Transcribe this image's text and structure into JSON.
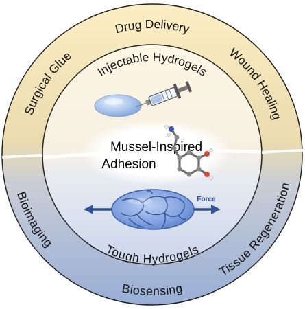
{
  "outer_ring": {
    "top_left": "Surgical Glue",
    "top": "Drug Delivery",
    "top_right": "Wound Healing",
    "bottom_left": "Bioimaging",
    "bottom": "Biosensing",
    "bottom_right": "Tissue Regeneration"
  },
  "inner_ring": {
    "top": "Injectable Hydrogels",
    "bottom": "Tough Hydrogels"
  },
  "center": {
    "line1": "Mussel-Inspired",
    "line2": "Adhesion"
  },
  "force_label": "Force",
  "colors": {
    "outer_top": "#f3dc9c",
    "outer_bottom": "#9fb3d8",
    "inner_top": "#fbf1d6",
    "inner_bottom": "#d3dcee",
    "arrow": "#2f5597",
    "network_fill": "#7d9edf",
    "droplet": "#a9c4ec"
  }
}
